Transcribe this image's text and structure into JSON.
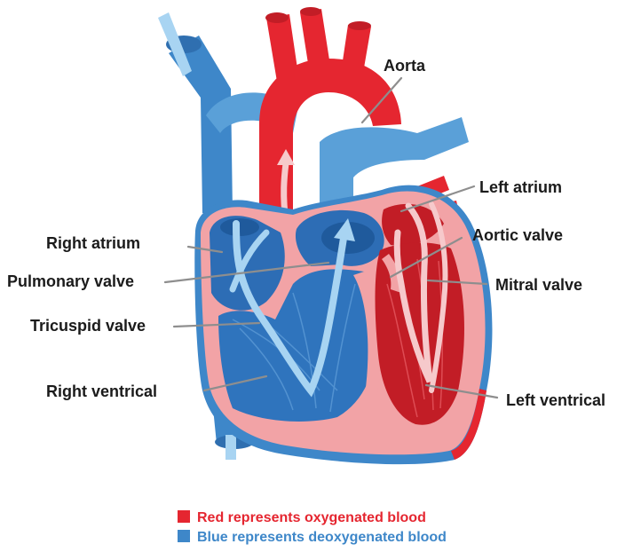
{
  "labels": {
    "aorta": "Aorta",
    "left_atrium": "Left atrium",
    "right_atrium": "Right atrium",
    "aortic_valve": "Aortic valve",
    "pulmonary_valve": "Pulmonary valve",
    "mitral_valve": "Mitral valve",
    "tricuspid_valve": "Tricuspid valve",
    "right_ventrical": "Right ventrical",
    "left_ventrical": "Left ventrical"
  },
  "legend": {
    "red_text": "Red represents oxygenated blood",
    "blue_text": "Blue represents deoxygenated blood"
  },
  "colors": {
    "oxygenated": "#e52630",
    "deoxygenated": "#3e87c9",
    "muscle": "#f2a3a6",
    "label_text": "#1b1b1b",
    "leader_line": "#8e8e8e"
  }
}
